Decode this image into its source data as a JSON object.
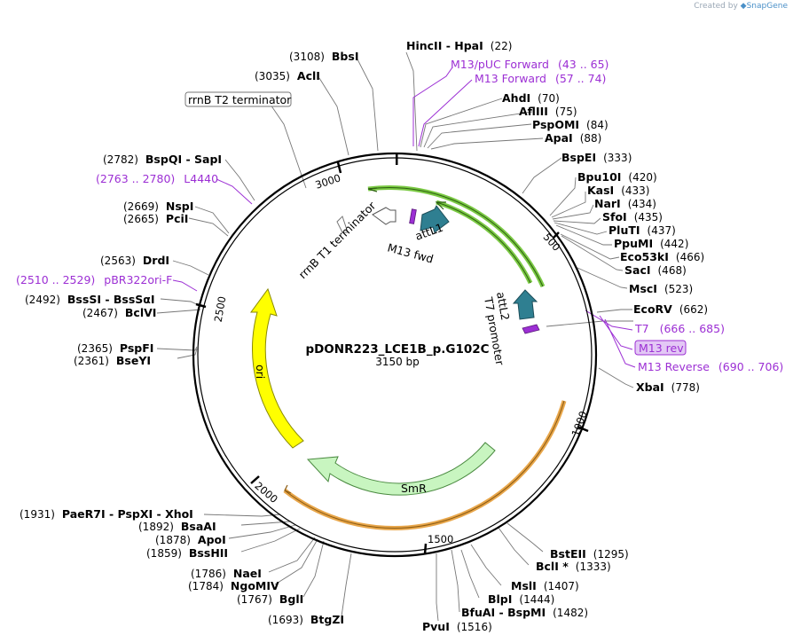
{
  "credit": {
    "created_by": "Created by",
    "brand": "SnapGene"
  },
  "plasmid": {
    "name": "pDONR223_LCE1B_p.G102C",
    "length_label": "3150 bp"
  },
  "ticks": [
    "500",
    "1000",
    "1500",
    "2000",
    "2500",
    "3000"
  ],
  "sites": [
    {
      "name": "HincII",
      "name2": "HpaI",
      "pos": "(22)"
    },
    {
      "name": "AhdI",
      "pos": "(70)"
    },
    {
      "name": "AflIII",
      "pos": "(75)"
    },
    {
      "name": "PspOMI",
      "pos": "(84)"
    },
    {
      "name": "ApaI",
      "pos": "(88)"
    },
    {
      "name": "BspEI",
      "pos": "(333)"
    },
    {
      "name": "Bpu10I",
      "pos": "(420)"
    },
    {
      "name": "KasI",
      "pos": "(433)"
    },
    {
      "name": "NarI",
      "pos": "(434)"
    },
    {
      "name": "SfoI",
      "pos": "(435)"
    },
    {
      "name": "PluTI",
      "pos": "(437)"
    },
    {
      "name": "PpuMI",
      "pos": "(442)"
    },
    {
      "name": "Eco53kI",
      "pos": "(466)"
    },
    {
      "name": "SacI",
      "pos": "(468)"
    },
    {
      "name": "MscI",
      "pos": "(523)"
    },
    {
      "name": "EcoRV",
      "pos": "(662)"
    },
    {
      "name": "XbaI",
      "pos": "(778)"
    },
    {
      "name": "BstEII",
      "pos": "(1295)"
    },
    {
      "name": "BclI *",
      "pos": "(1333)"
    },
    {
      "name": "MslI",
      "pos": "(1407)"
    },
    {
      "name": "BlpI",
      "pos": "(1444)"
    },
    {
      "name": "BfuAI",
      "name2": "BspMI",
      "pos": "(1482)"
    },
    {
      "name": "PvuI",
      "pos": "(1516)"
    },
    {
      "name": "BtgZI",
      "pos": "(1693)"
    },
    {
      "name": "BglI",
      "pos": "(1767)"
    },
    {
      "name": "NgoMIV",
      "pos": "(1784)"
    },
    {
      "name": "NaeI",
      "pos": "(1786)"
    },
    {
      "name": "BssHII",
      "pos": "(1859)"
    },
    {
      "name": "ApoI",
      "pos": "(1878)"
    },
    {
      "name": "BsaAI",
      "pos": "(1892)"
    },
    {
      "name": "PaeR7I",
      "name2": "PspXI",
      "name3": "XhoI",
      "pos": "(1931)"
    },
    {
      "name": "BseYI",
      "pos": "(2361)"
    },
    {
      "name": "PspFI",
      "pos": "(2365)"
    },
    {
      "name": "BclVI",
      "pos": "(2467)"
    },
    {
      "name": "BssSI",
      "name2": "BssSαI",
      "pos": "(2492)"
    },
    {
      "name": "DrdI",
      "pos": "(2563)"
    },
    {
      "name": "PciI",
      "pos": "(2665)"
    },
    {
      "name": "NspI",
      "pos": "(2669)"
    },
    {
      "name": "BspQI",
      "name2": "SapI",
      "pos": "(2782)"
    },
    {
      "name": "AclI",
      "pos": "(3035)"
    },
    {
      "name": "BbsI",
      "pos": "(3108)"
    }
  ],
  "primers": [
    {
      "name": "M13/pUC Forward",
      "range": "(43 .. 65)"
    },
    {
      "name": "M13 Forward",
      "range": "(57 .. 74)"
    },
    {
      "name": "T7",
      "range": "(666 .. 685)"
    },
    {
      "name": "M13 rev",
      "range": ""
    },
    {
      "name": "M13 Reverse",
      "range": "(690 .. 706)"
    },
    {
      "name": "pBR322ori-F",
      "range": "(2510 .. 2529)"
    },
    {
      "name": "L4440",
      "range": "(2763 .. 2780)"
    }
  ],
  "features": {
    "rrnB_T2": "rrnB T2 terminator",
    "rrnB_T1": "rrnB T1 terminator",
    "attL1": "attL1",
    "M13_fwd": "M13 fwd",
    "attL2": "attL2",
    "T7_promoter": "T7 promoter",
    "ori": "ori",
    "SmR": "SmR"
  },
  "colors": {
    "primer": "#9c2fd4",
    "attL": "#2f7f91",
    "ori": "#ffff00",
    "SmR": "#c8f5c0",
    "insert_green": "#7ac943",
    "orange_region": "#e8a64a"
  }
}
